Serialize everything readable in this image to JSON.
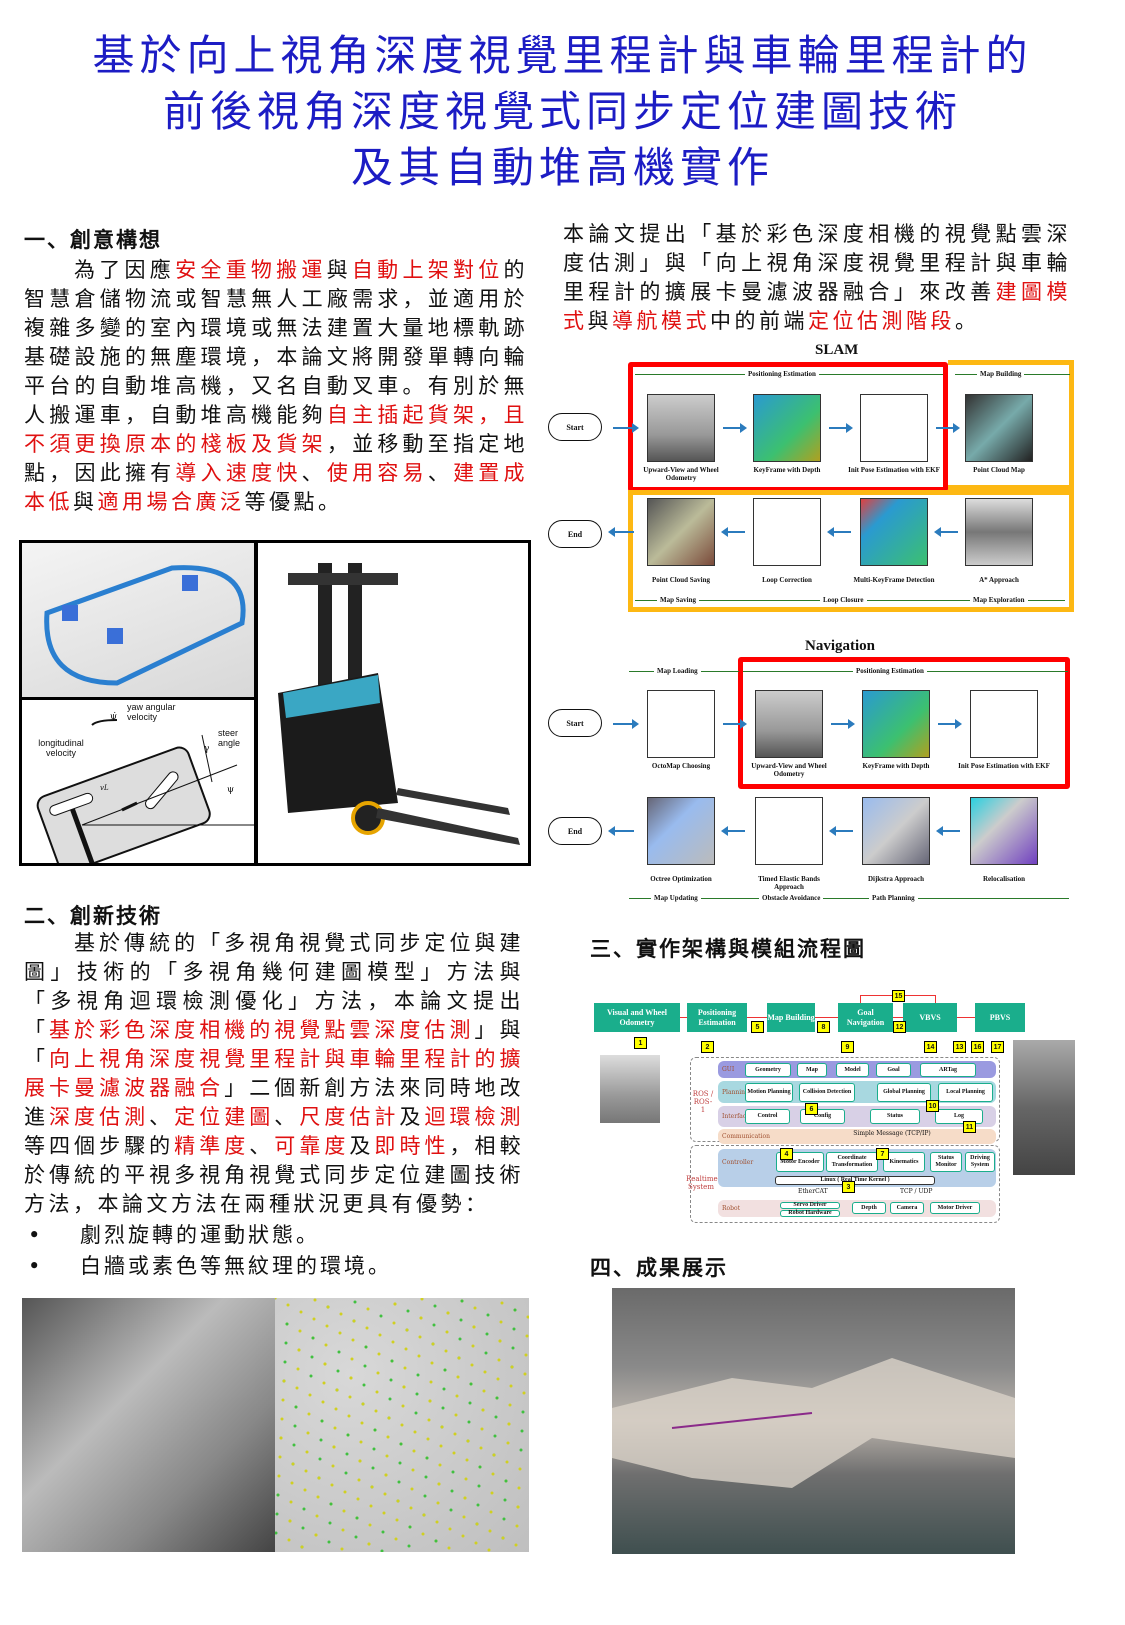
{
  "title": {
    "lines": [
      "基於向上視角深度視覺里程計與車輪里程計的",
      "前後視角深度視覺式同步定位建圖技術",
      "及其自動堆高機實作"
    ]
  },
  "section1": {
    "heading": "一、創意構想",
    "segments": [
      {
        "t": "為了因應",
        "red": false
      },
      {
        "t": "安全重物搬運",
        "red": true
      },
      {
        "t": "與",
        "red": false
      },
      {
        "t": "自動上架對位",
        "red": true
      },
      {
        "t": "的智慧倉儲物流或智慧無人工廠需求，並適用於複雜多變的室內環境或無法建置大量地標軌跡基礎設施的無塵環境，本論文將開發單轉向輪平台的自動堆高機，又名自動叉車。有別於無人搬運車，自動堆高機能夠",
        "red": false
      },
      {
        "t": "自主插起貨架，且不須更換原本的棧板及貨架",
        "red": true
      },
      {
        "t": "，並移動至指定地點，因此擁有",
        "red": false
      },
      {
        "t": "導入速度快",
        "red": true
      },
      {
        "t": "、",
        "red": false
      },
      {
        "t": "使用容易",
        "red": true
      },
      {
        "t": "、",
        "red": false
      },
      {
        "t": "建置成本低",
        "red": true
      },
      {
        "t": "與",
        "red": false
      },
      {
        "t": "適用場合廣泛",
        "red": true
      },
      {
        "t": "等優點。",
        "red": false
      }
    ],
    "figure": {
      "yaw_label": "yaw angular velocity",
      "yaw_symbol": "ψ̇",
      "long_label": "longitudinal velocity",
      "vl_symbol": "vL",
      "steer_label": "steer angle",
      "gamma": "γ",
      "psi": "ψ"
    }
  },
  "section2": {
    "heading": "二、創新技術",
    "segments": [
      {
        "t": "基於傳統的「多視角視覺式同步定位與建圖」技術的「多視角幾何建圖模型」方法與「多視角迴環檢測優化」方法，本論文提出「",
        "red": false
      },
      {
        "t": "基於彩色深度相機的視覺點雲深度估測",
        "red": true
      },
      {
        "t": "」與「",
        "red": false
      },
      {
        "t": "向上視角深度視覺里程計與車輪里程計的擴展卡曼濾波器融合",
        "red": true
      },
      {
        "t": "」二個新創方法來同時地改進",
        "red": false
      },
      {
        "t": "深度估測",
        "red": true
      },
      {
        "t": "、",
        "red": false
      },
      {
        "t": "定位建圖",
        "red": true
      },
      {
        "t": "、",
        "red": false
      },
      {
        "t": "尺度估計",
        "red": true
      },
      {
        "t": "及",
        "red": false
      },
      {
        "t": "迴環檢測",
        "red": true
      },
      {
        "t": "等四個步驟的",
        "red": false
      },
      {
        "t": "精準度",
        "red": true
      },
      {
        "t": "、",
        "red": false
      },
      {
        "t": "可靠度",
        "red": true
      },
      {
        "t": "及",
        "red": false
      },
      {
        "t": "即時性",
        "red": true
      },
      {
        "t": "，相較於傳統的平視多視角視覺式同步定位建圖技術方法，本論文方法在兩種狀況更具有優勢：",
        "red": false
      }
    ],
    "bullets": [
      "劇烈旋轉的運動狀態。",
      "白牆或素色等無紋理的環境。"
    ]
  },
  "intro": {
    "segments": [
      {
        "t": "本論文提出「基於彩色深度相機的視覺點雲深度估測」與「向上視角深度視覺里程計與車輪里程計的擴展卡曼濾波器融合」來改善",
        "red": false
      },
      {
        "t": "建圖模式",
        "red": true
      },
      {
        "t": "與",
        "red": false
      },
      {
        "t": "導航模式",
        "red": true
      },
      {
        "t": "中的前端",
        "red": false
      },
      {
        "t": "定位估測階段",
        "red": true
      },
      {
        "t": "。",
        "red": false
      }
    ]
  },
  "slam": {
    "title": "SLAM",
    "start": "Start",
    "end": "End",
    "groups": {
      "positioning": "Positioning Estimation",
      "map_building": "Map Building",
      "map_saving": "Map Saving",
      "loop_closure": "Loop Closure",
      "map_exploration": "Map Exploration"
    },
    "row1": [
      "Upward-View and Wheel Odometry",
      "KeyFrame with Depth",
      "Init Pose Estimation with EKF",
      "Point Cloud Map"
    ],
    "row2": [
      "Point Cloud Saving",
      "Loop Correction",
      "Multi-KeyFrame Detection",
      "A* Approach"
    ]
  },
  "navigation": {
    "title": "Navigation",
    "start": "Start",
    "end": "End",
    "groups": {
      "map_loading": "Map Loading",
      "positioning": "Positioning Estimation",
      "map_updating": "Map Updating",
      "obstacle": "Obstacle Avoidance",
      "path": "Path Planning"
    },
    "row1": [
      "OctoMap Choosing",
      "Upward-View and Wheel Odometry",
      "KeyFrame with Depth",
      "Init Pose Estimation with EKF"
    ],
    "row2": [
      "Octree Optimization",
      "Timed Elastic Bands Approach",
      "Dijkstra Approach",
      "Relocalisation"
    ]
  },
  "section3": {
    "heading": "三、實作架構與模組流程圖",
    "top": [
      "Visual and Wheel Odometry",
      "Positioning Estimation",
      "Map Building",
      "Goal Navigation",
      "VBVS",
      "PBVS"
    ],
    "numbers": [
      "1",
      "2",
      "3",
      "4",
      "5",
      "6",
      "7",
      "8",
      "9",
      "10",
      "11",
      "12",
      "13",
      "14",
      "15",
      "16",
      "17"
    ],
    "group_ros": "ROS / ROS-1",
    "group_rt": "Realtime System",
    "layers": [
      "GUI",
      "Planning",
      "Interface",
      "Communication",
      "Controller",
      "Robot"
    ],
    "gui": [
      "Geometry",
      "Map",
      "Model",
      "Goal",
      "ARTag"
    ],
    "planning": [
      "Motion Planning",
      "Collision Detection",
      "Global Planning",
      "Local Planning"
    ],
    "interface": [
      "Control",
      "Config",
      "Status",
      "Log"
    ],
    "comm": "Simple Message (TCP/IP)",
    "controller": [
      "Motor Encoder",
      "Coordinate Transformation",
      "Kinematics",
      "Status Monitor",
      "Driving System"
    ],
    "linux": "Linux ( Real Time Kernel )",
    "ethercat": "EtherCAT",
    "tcpudp": "TCP / UDP",
    "robot": [
      "Servo Driver",
      "Robot Hardware",
      "Depth",
      "Camera",
      "Motor Driver"
    ]
  },
  "section4": {
    "heading": "四、成果展示"
  }
}
